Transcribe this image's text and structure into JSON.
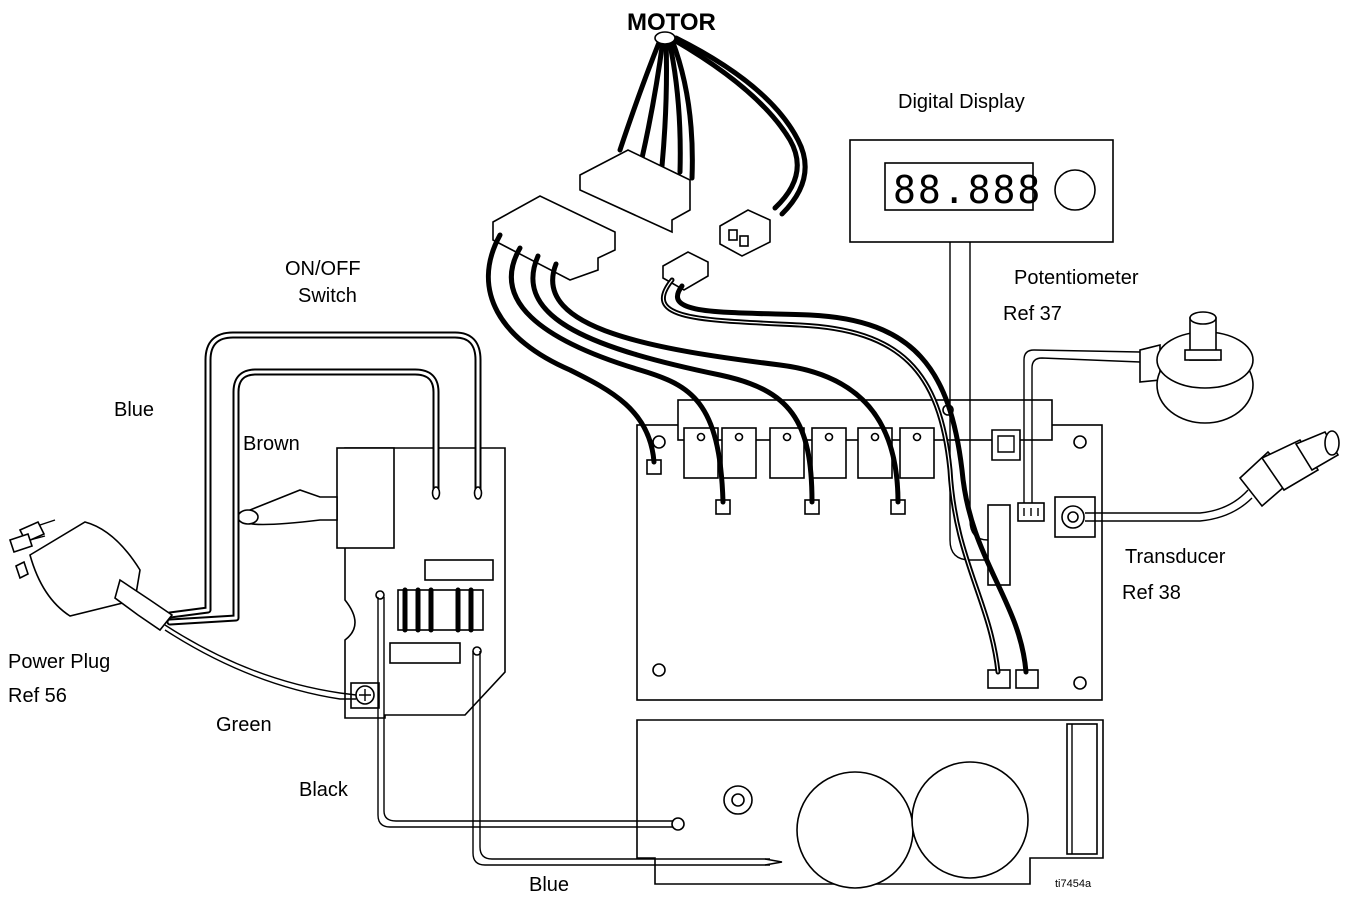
{
  "labels": {
    "motor": "MOTOR",
    "digital_display": "Digital Display",
    "display_readout": "88.888",
    "on_off_switch_line1": "ON/OFF",
    "on_off_switch_line2": "Switch",
    "potentiometer": "Potentiometer",
    "potentiometer_ref": "Ref 37",
    "transducer": "Transducer",
    "transducer_ref": "Ref 38",
    "power_plug": "Power Plug",
    "power_plug_ref": "Ref 56",
    "wire_blue_top": "Blue",
    "wire_brown": "Brown",
    "wire_green": "Green",
    "wire_black": "Black",
    "wire_blue_bottom": "Blue",
    "figure_id": "ti7454a"
  }
}
